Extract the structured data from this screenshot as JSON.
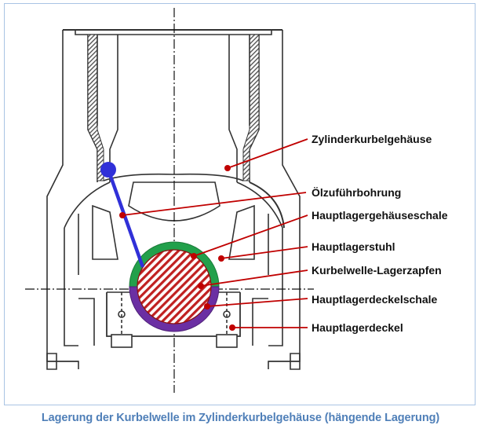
{
  "labels": [
    {
      "key": "zylinderkurbelgehaeuse",
      "text": "Zylinderkurbelgehäuse"
    },
    {
      "key": "oelzufuehrbohrung",
      "text": "Ölzuführbohrung"
    },
    {
      "key": "hauptlagergehaeuseschale",
      "text": "Hauptlagergehäuseschale"
    },
    {
      "key": "hauptlagerstuhl",
      "text": "Hauptlagerstuhl"
    },
    {
      "key": "kurbelwelle_lagerzapfen",
      "text": "Kurbelwelle-Lagerzapfen"
    },
    {
      "key": "hauptlagerdeckelschale",
      "text": "Hauptlagerdeckelschale"
    },
    {
      "key": "hauptlagerdeckel",
      "text": "Hauptlagerdeckel"
    }
  ],
  "caption": "Lagerung der Kurbelwelle im Zylinderkurbelgehäuse (hängende Lagerung)",
  "colors": {
    "leader_line": "#c00000",
    "oil_channel": "#3030d8",
    "upper_shell": "#22a04b",
    "lower_shell": "#6b2fa3",
    "journal_hatch": "#c02020",
    "caption": "#4f7fb8",
    "frame_border": "#a9c4e4",
    "drawing": "#333333"
  }
}
